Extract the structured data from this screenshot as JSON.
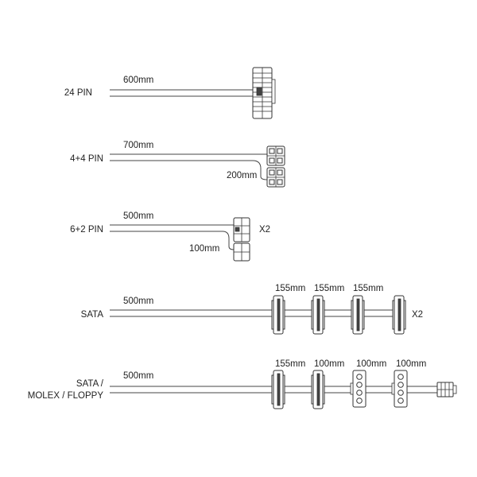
{
  "cables": [
    {
      "name": "24 PIN",
      "lengths": [
        "600mm"
      ]
    },
    {
      "name": "4+4 PIN",
      "lengths": [
        "700mm",
        "200mm"
      ]
    },
    {
      "name": "6+2 PIN",
      "lengths": [
        "500mm",
        "100mm"
      ],
      "multiplier": "X2"
    },
    {
      "name": "SATA",
      "lengths": [
        "500mm",
        "155mm",
        "155mm",
        "155mm"
      ],
      "multiplier": "X2"
    },
    {
      "name_lines": [
        "SATA /",
        "MOLEX / FLOPPY"
      ],
      "lengths": [
        "500mm",
        "155mm",
        "100mm",
        "100mm",
        "100mm"
      ]
    }
  ]
}
